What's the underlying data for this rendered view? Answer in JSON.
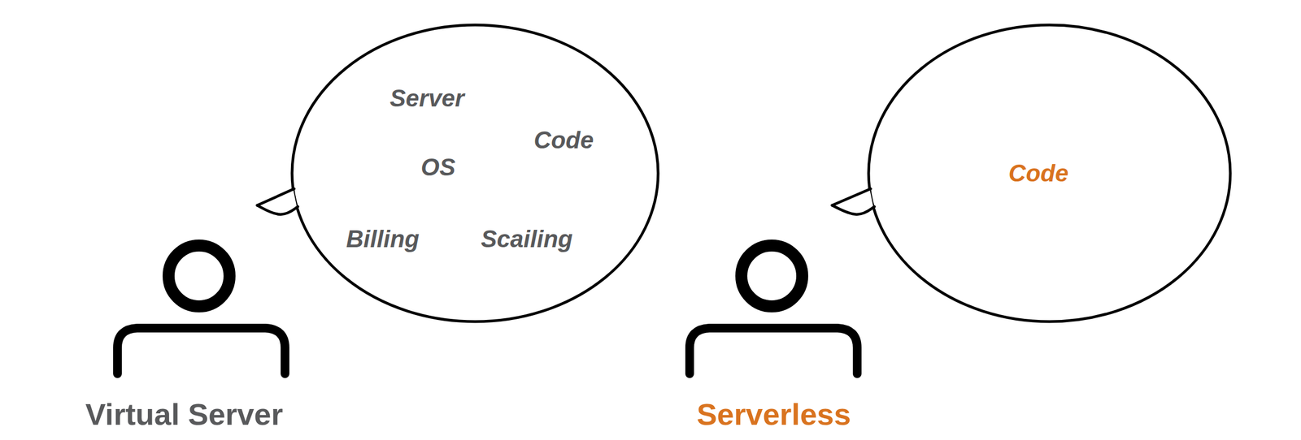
{
  "diagram": {
    "nodes": [
      {
        "text": [
          "Server",
          "Code",
          "OS",
          "Billing",
          "Scailing"
        ]
      },
      {
        "text": [
          "Code"
        ]
      }
    ],
    "labels": [
      "Virtual Server",
      "Serverless"
    ]
  }
}
